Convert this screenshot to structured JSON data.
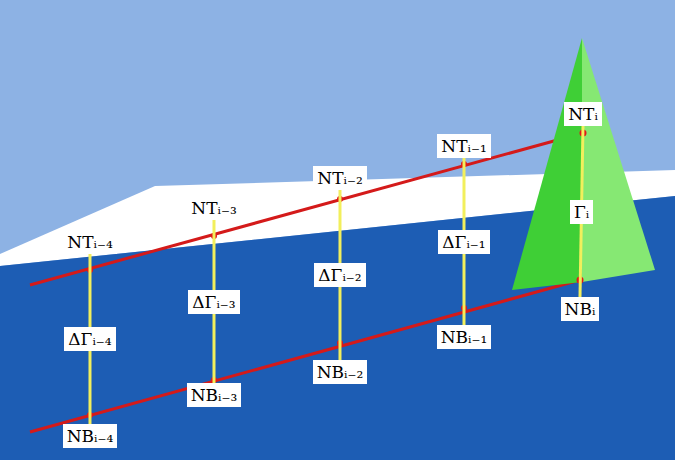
{
  "diagram": {
    "nodes": [
      {
        "text": [
          "NTᵢ₋₄"
        ]
      },
      {
        "text": [
          "NTᵢ₋₃"
        ]
      },
      {
        "text": [
          "NTᵢ₋₂"
        ]
      },
      {
        "text": [
          "NTᵢ₋₁"
        ]
      },
      {
        "text": [
          "NTᵢ"
        ]
      },
      {
        "text": [
          "NBᵢ₋₄"
        ]
      },
      {
        "text": [
          "NBᵢ₋₃"
        ]
      },
      {
        "text": [
          "NBᵢ₋₂"
        ]
      },
      {
        "text": [
          "NBᵢ₋₁"
        ]
      },
      {
        "text": [
          "NBᵢ"
        ]
      }
    ],
    "edges": [
      {
        "from": 0,
        "to": 5,
        "arrow": "none",
        "label": "ΔΓᵢ₋₄"
      },
      {
        "from": 1,
        "to": 6,
        "arrow": "none",
        "label": "ΔΓᵢ₋₃"
      },
      {
        "from": 2,
        "to": 7,
        "arrow": "none",
        "label": "ΔΓᵢ₋₂"
      },
      {
        "from": 3,
        "to": 8,
        "arrow": "none",
        "label": "ΔΓᵢ₋₁"
      },
      {
        "from": 4,
        "to": 9,
        "arrow": "none",
        "label": "Γᵢ"
      }
    ]
  }
}
